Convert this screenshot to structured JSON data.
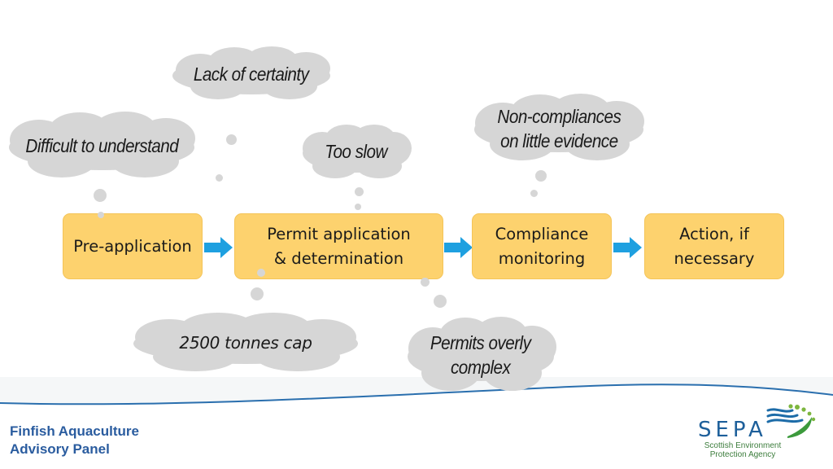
{
  "concerns": {
    "lack_of_certainty": "Lack of certainty",
    "difficult_to_understand": "Difficult to understand",
    "too_slow": "Too slow",
    "non_compliances_line1": "Non-compliances",
    "non_compliances_line2": "on little evidence",
    "tonnes_cap": "2500 tonnes cap",
    "permits_complex_line1": "Permits overly",
    "permits_complex_line2": "complex"
  },
  "process": {
    "step1": "Pre-application",
    "step2_line1": "Permit application",
    "step2_line2": "& determination",
    "step3_line1": "Compliance",
    "step3_line2": "monitoring",
    "step4_line1": "Action, if",
    "step4_line2": "necessary"
  },
  "footer": {
    "title_line1": "Finfish Aquaculture",
    "title_line2": "Advisory Panel"
  },
  "logo": {
    "wordmark": "SEPA",
    "subtitle_line1": "Scottish Environment",
    "subtitle_line2": "Protection Agency"
  },
  "colors": {
    "process_fill": "#fdd26e",
    "cloud_fill": "#d6d6d6",
    "arrow": "#1ea0e0",
    "footer_text": "#2a5c9f",
    "logo_green": "#3c7d3c"
  }
}
